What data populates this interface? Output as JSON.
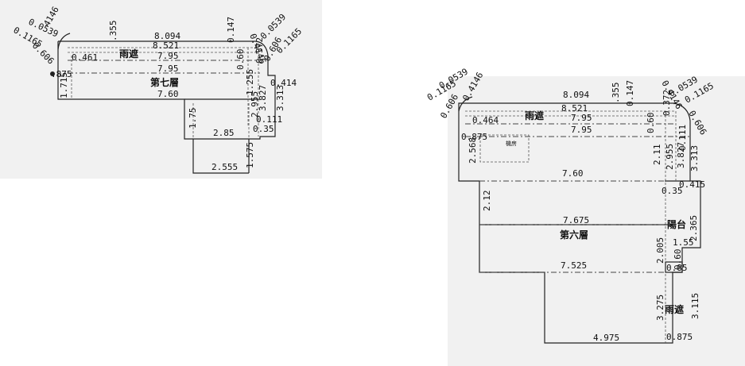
{
  "floor7": {
    "label": "第七層",
    "rain_shelter": "雨遮",
    "d_8094": "8.094",
    "d_8521": "8.521",
    "d_795": "7.95",
    "d_760": "7.60",
    "d_355": ".355",
    "d_147": "0.147",
    "d_0539": "0.0539",
    "d_1165": "0.1165",
    "d_4146": "4146",
    "d_0606": "0.606",
    "d_0461": "0.461",
    "d_0875": ".875",
    "d_1715": "1.715",
    "d_0372": "0.372",
    "d_060": "0.60",
    "d_0414": "0.414",
    "d_1255": "1.255",
    "d_3313": "3.313",
    "d_0111": "0.111",
    "d_035": "0.35",
    "d_175": "1.75",
    "d_285": "2.85",
    "d_1575": "1.575",
    "d_2555": "2.555",
    "r_4146": "0.4146",
    "r_0539": "0.0539",
    "r_1165": "0.1165",
    "r_0606": "0.606",
    "d_3827": "3.827",
    "d_2955": "2.955"
  },
  "floor6": {
    "label": "第六層",
    "rain_shelter_top": "雨遮",
    "rain_shelter_bottom": "雨遮",
    "machine_room": "機房",
    "balcony": "陽台",
    "d_8094": "8.094",
    "d_8521": "8.521",
    "d_795a": "7.95",
    "d_795b": "7.95",
    "d_355": ".355",
    "d_147": "0.147",
    "d_0539": "0.0539",
    "d_1165": "0.1165",
    "d_4146": "0.4146",
    "d_0606": "0.606",
    "d_0464": "0.464",
    "d_0875": "0.875",
    "d_2568": "2.568",
    "d_0372": "0.372",
    "d_060": "0.60",
    "r_4146": "0.4146",
    "r_0539": "0.0539",
    "r_1165": "0.1165",
    "r_0606": "0.606",
    "d_760": "7.60",
    "d_211": "2.11",
    "d_2955": "2.955",
    "d_3827": "3.827",
    "d_0111": "0.111",
    "d_3313": "3.313",
    "d_0415": "0.415",
    "d_035": "0.35",
    "d_212": "2.12",
    "d_7675": "7.675",
    "d_2365": "2.365",
    "d_155": "1.55",
    "d_2005": "2.005",
    "d_7525": "7.525",
    "d_060b": "0.60",
    "d_085": "0.85",
    "d_3275": "3.275",
    "d_3115": "3.115",
    "d_4975": "4.975",
    "d_0875b": "0.875"
  }
}
